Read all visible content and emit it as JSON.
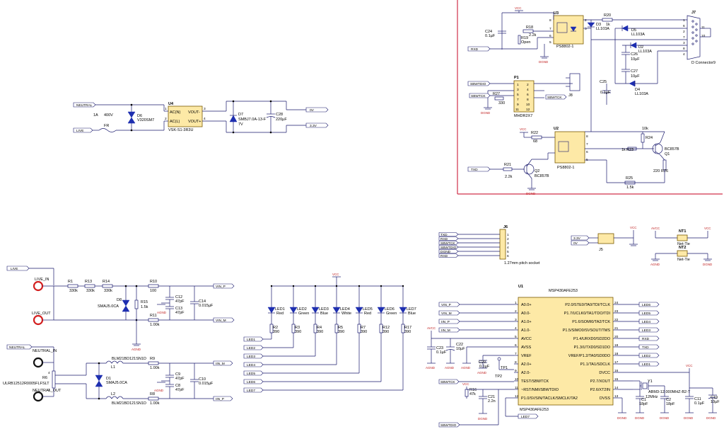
{
  "power_supply": {
    "net_neutral": "NEUTRAL",
    "net_live": "LIVE",
    "fuse": "FR",
    "fuse_rating": "1A",
    "voltage": "400V",
    "d6": "D6",
    "d6_part": "V320SM7",
    "u4": "U4",
    "u4_pin1": "AC(N)",
    "u4_pin2": "AC(L)",
    "u4_out_p": "VOUT+",
    "u4_out_m": "VOUT-",
    "u4_part": "VSK-S1-3R3U",
    "d7": "D7",
    "d7_part": "SMBJ7.0A-13-F",
    "d7_v": "7V",
    "c28": "C28",
    "c28_v": "220µF",
    "out_0v": "0V",
    "out_3v3": "3.3V"
  },
  "rs232": {
    "vcc": "VCC",
    "u3": "U3",
    "r20": "R20",
    "r20_v": "1k",
    "c24": "C24",
    "c24_v": "0.1µF",
    "r18": "R18",
    "r18_v": "2.2k",
    "r19": "R19",
    "r19_v": "Open",
    "u3_part": "PS8802-1",
    "d3": "D3",
    "d3_part": "LL103A",
    "d5": "D5",
    "d5_part": "LL103A",
    "d2": "D2",
    "d2_part": "LL103A",
    "d4": "D4",
    "d4_part": "LL103A",
    "c26": "C26",
    "c26_v": "10µF",
    "c27": "C27",
    "c27_v": "10µF",
    "c25": "C25",
    "c25_v": "0.1µF",
    "j7": "J7",
    "j7_part": "D Connector9",
    "rxd": "RXD",
    "txd": "TXD",
    "dgnd": "DGND",
    "p1": "P1",
    "p1_part": "MHDR2X7",
    "sbwtdio": "SBWTDIO",
    "sbwtck": "SBWTCK",
    "r27": "R27",
    "r27_v": "330",
    "j8": "J8",
    "u2": "U2",
    "u2_part": "PS8802-1",
    "r22": "R22",
    "r22_v": "68",
    "r24": "R24",
    "r24_v": "10k",
    "r23": "R23",
    "r23_v": "1k",
    "q1": "Q1",
    "q1_part": "BC857B",
    "r25": "R25",
    "r25_v": "1.5k",
    "r26": "R26",
    "r26_v": "220",
    "r21": "R21",
    "r21_v": "2.2k",
    "q2": "Q2",
    "q2_part": "BC857B"
  },
  "frontend": {
    "live": "LIVE",
    "live_in": "LIVE_IN",
    "live_out": "LIVE_OUT",
    "neutral": "NEUTRAL",
    "neutral_in": "NEUTRAL_IN",
    "neutral_out": "NEUTRAL_OUT",
    "r1": "R1",
    "r1_v": "330k",
    "r13": "R13",
    "r13_v": "330k",
    "r14": "R14",
    "r14_v": "330k",
    "r10": "R10",
    "r10_v": "100",
    "d8": "D8",
    "d8_part": "SMAJ5.0CA",
    "r15": "R15",
    "r15_v": "1.5k",
    "c12": "C12",
    "c12_v": "47pF",
    "c13": "C13",
    "c13_v": "47pF",
    "c14": "C14",
    "c14_v": "0.015µF",
    "r11": "R11",
    "r11_v": "1.00k",
    "vin_p": "VIN_P",
    "vin_m": "VIN_M",
    "agnd": "AGND",
    "l1": "L1",
    "l1_part": "BLM21BD121SN1D",
    "l2": "L2",
    "l2_part": "BLM21BD121SN1D",
    "d1": "D1",
    "d1_part": "SMAJ5.0CA",
    "r9": "R9",
    "r9_v": "1.00k",
    "r8": "R8",
    "r8_v": "1.00k",
    "c9": "C9",
    "c9_v": "47pF",
    "c8": "C8",
    "c8_v": "47pF",
    "c10": "C10",
    "c10_v": "0.015µF",
    "iin_m": "IIN_M",
    "iin_p": "IIN_P",
    "r6": "R6",
    "r6_part": "ULRB12512R0005FLFSLT"
  },
  "leds": {
    "vcc": "VCC",
    "items": [
      {
        "led": "LED1",
        "color": "Red",
        "r": "R2",
        "rv": "390",
        "net": "LED1"
      },
      {
        "led": "LED2",
        "color": "Green",
        "r": "R3",
        "rv": "390",
        "net": "LED2"
      },
      {
        "led": "LED3",
        "color": "Blue",
        "r": "R4",
        "rv": "390",
        "net": "LED3"
      },
      {
        "led": "LED4",
        "color": "White",
        "r": "R5",
        "rv": "390",
        "net": "LED4"
      },
      {
        "led": "LED5",
        "color": "Red",
        "r": "R7",
        "rv": "390",
        "net": "LED5"
      },
      {
        "led": "LED6",
        "color": "Green",
        "r": "R12",
        "rv": "390",
        "net": "LED6"
      },
      {
        "led": "LED7",
        "color": "Blue",
        "r": "R17",
        "rv": "390",
        "net": "LED7"
      }
    ]
  },
  "j6": {
    "ref": "J6",
    "label": "1.27mm pitch socket",
    "nets": [
      "TXD",
      "RXD",
      "SBWTCK",
      "SBWTDIO",
      "DGND",
      "RXD"
    ]
  },
  "j5": {
    "ref": "J5",
    "v3": "3.3V",
    "v0": "0V",
    "vcc": "VCC"
  },
  "nt": {
    "avcc": "AVCC",
    "vcc": "VCC",
    "nt1": "NT1",
    "nt2": "NT2",
    "tie": "Net-Tie",
    "agnd": "AGND",
    "dgnd": "DGND"
  },
  "mcu": {
    "ref": "U1",
    "part_top": "MSP430AFE253",
    "part_bottom": "MSP430AFE253",
    "left_pins": [
      {
        "num": "1",
        "name": "A0.0+",
        "net": "VIN_P"
      },
      {
        "num": "2",
        "name": "A0.0-",
        "net": "VIN_M"
      },
      {
        "num": "3",
        "name": "A1.0+",
        "net": "IIN_P"
      },
      {
        "num": "4",
        "name": "A1.0-",
        "net": "IIN_M"
      },
      {
        "num": "5",
        "name": "AVCC",
        "net": ""
      },
      {
        "num": "6",
        "name": "AVSS",
        "net": ""
      },
      {
        "num": "7",
        "name": "VREF",
        "net": ""
      },
      {
        "num": "8",
        "name": "A2.0+",
        "net": ""
      },
      {
        "num": "9",
        "name": "A2.0-",
        "net": ""
      },
      {
        "num": "10",
        "name": "TEST/SBWTCK",
        "net": "SBWTCK"
      },
      {
        "num": "11",
        "name": "~RST/NMI/SBWTDIO",
        "net": ""
      },
      {
        "num": "12",
        "name": "P1.0/SVSIN/TACLK/SMCLK/TA2",
        "net": ""
      }
    ],
    "right_pins": [
      {
        "num": "24",
        "name": "P2.0/STE0/TA0/TDI/TCLK",
        "net": "LED6"
      },
      {
        "num": "23",
        "name": "P1.7/UCLK0/TA1/TDO/TDI",
        "net": "LED5"
      },
      {
        "num": "22",
        "name": "P1.6/SOMI0/TA2/TCK",
        "net": "LED4"
      },
      {
        "num": "21",
        "name": "P1.5/SIMO0/SVSOUT/TMS",
        "net": "LED3"
      },
      {
        "num": "20",
        "name": "P1.4/URXD0/SD2DO",
        "net": "RXD"
      },
      {
        "num": "19",
        "name": "P1.3/UTXD0/SD1DO",
        "net": "TXD"
      },
      {
        "num": "18",
        "name": "VREF/P1.2/TA0/SD0DO",
        "net": "LED2"
      },
      {
        "num": "17",
        "name": "P1.1/TA1/SDCLK",
        "net": "LED1"
      },
      {
        "num": "16",
        "name": "DVCC",
        "net": ""
      },
      {
        "num": "15",
        "name": "P2.7/XOUT",
        "net": ""
      },
      {
        "num": "14",
        "name": "P2.6/XT2IN",
        "net": ""
      },
      {
        "num": "13",
        "name": "DVSS",
        "net": ""
      }
    ],
    "avcc": "AVCC",
    "c23": "C23",
    "c23_v": "0.1µF",
    "c22": "C22",
    "c22_v": "10µF",
    "c20": "C20",
    "c20_v": "0.1µF",
    "tp1": "TP1",
    "tp2": "TP2",
    "r16": "R16",
    "r16_v": "47k",
    "c21": "C21",
    "c21_v": "2.2n",
    "vcc": "VCC",
    "sbwtck": "SBWTCK",
    "sbwtdio": "SBWTDIO",
    "led7": "LED7",
    "x1": "Y1",
    "x1_part": "ABM3-12.000MHZ-B2-T",
    "x1_freq": "12MHz",
    "c1": "C1",
    "c1_v": "18pF",
    "c2": "C2",
    "c2_v": "18pF",
    "c11": "C11",
    "c11_v": "0.1µF",
    "c19": "C19",
    "c19_v": "10µF",
    "agnd": "AGND",
    "dgnd": "DGND"
  }
}
